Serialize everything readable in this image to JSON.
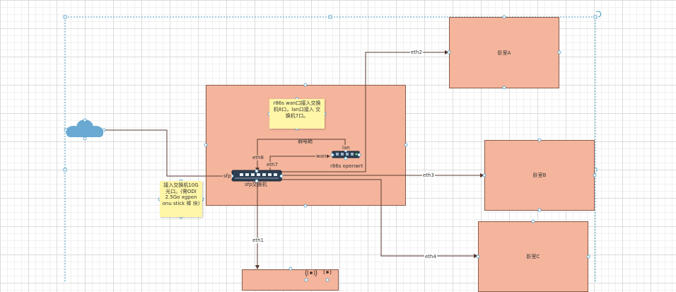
{
  "rooms": {
    "room_a": "卧室A",
    "room_b": "卧室B",
    "room_c": "卧室C"
  },
  "weak_box": {
    "title": "弱电箱",
    "note": "r86s wan口接入交换机8口，lan口接入 交换机7口。"
  },
  "router": {
    "label": "r86s openwrt",
    "lan_port": "lan",
    "wan_port": "wan"
  },
  "switch": {
    "label": "sfp交换机",
    "sfp_port": "sfp"
  },
  "ports": {
    "eth1": "eth1",
    "eth2": "eth2",
    "eth3": "eth3",
    "eth4": "eth4",
    "eth7": "eth7",
    "eth8": "eth8"
  },
  "isp_note": "接入交换机10G光口。(需ODI 2.5Go xgpon onu stick 棒 块)",
  "icons": {
    "internet": "cloud-icon",
    "wifi": "wifi-icon"
  },
  "colors": {
    "room_fill": "#f4b59c",
    "note_fill": "#fff6a8",
    "line": "#5a3a30",
    "cloud": "#6aa9d2"
  }
}
